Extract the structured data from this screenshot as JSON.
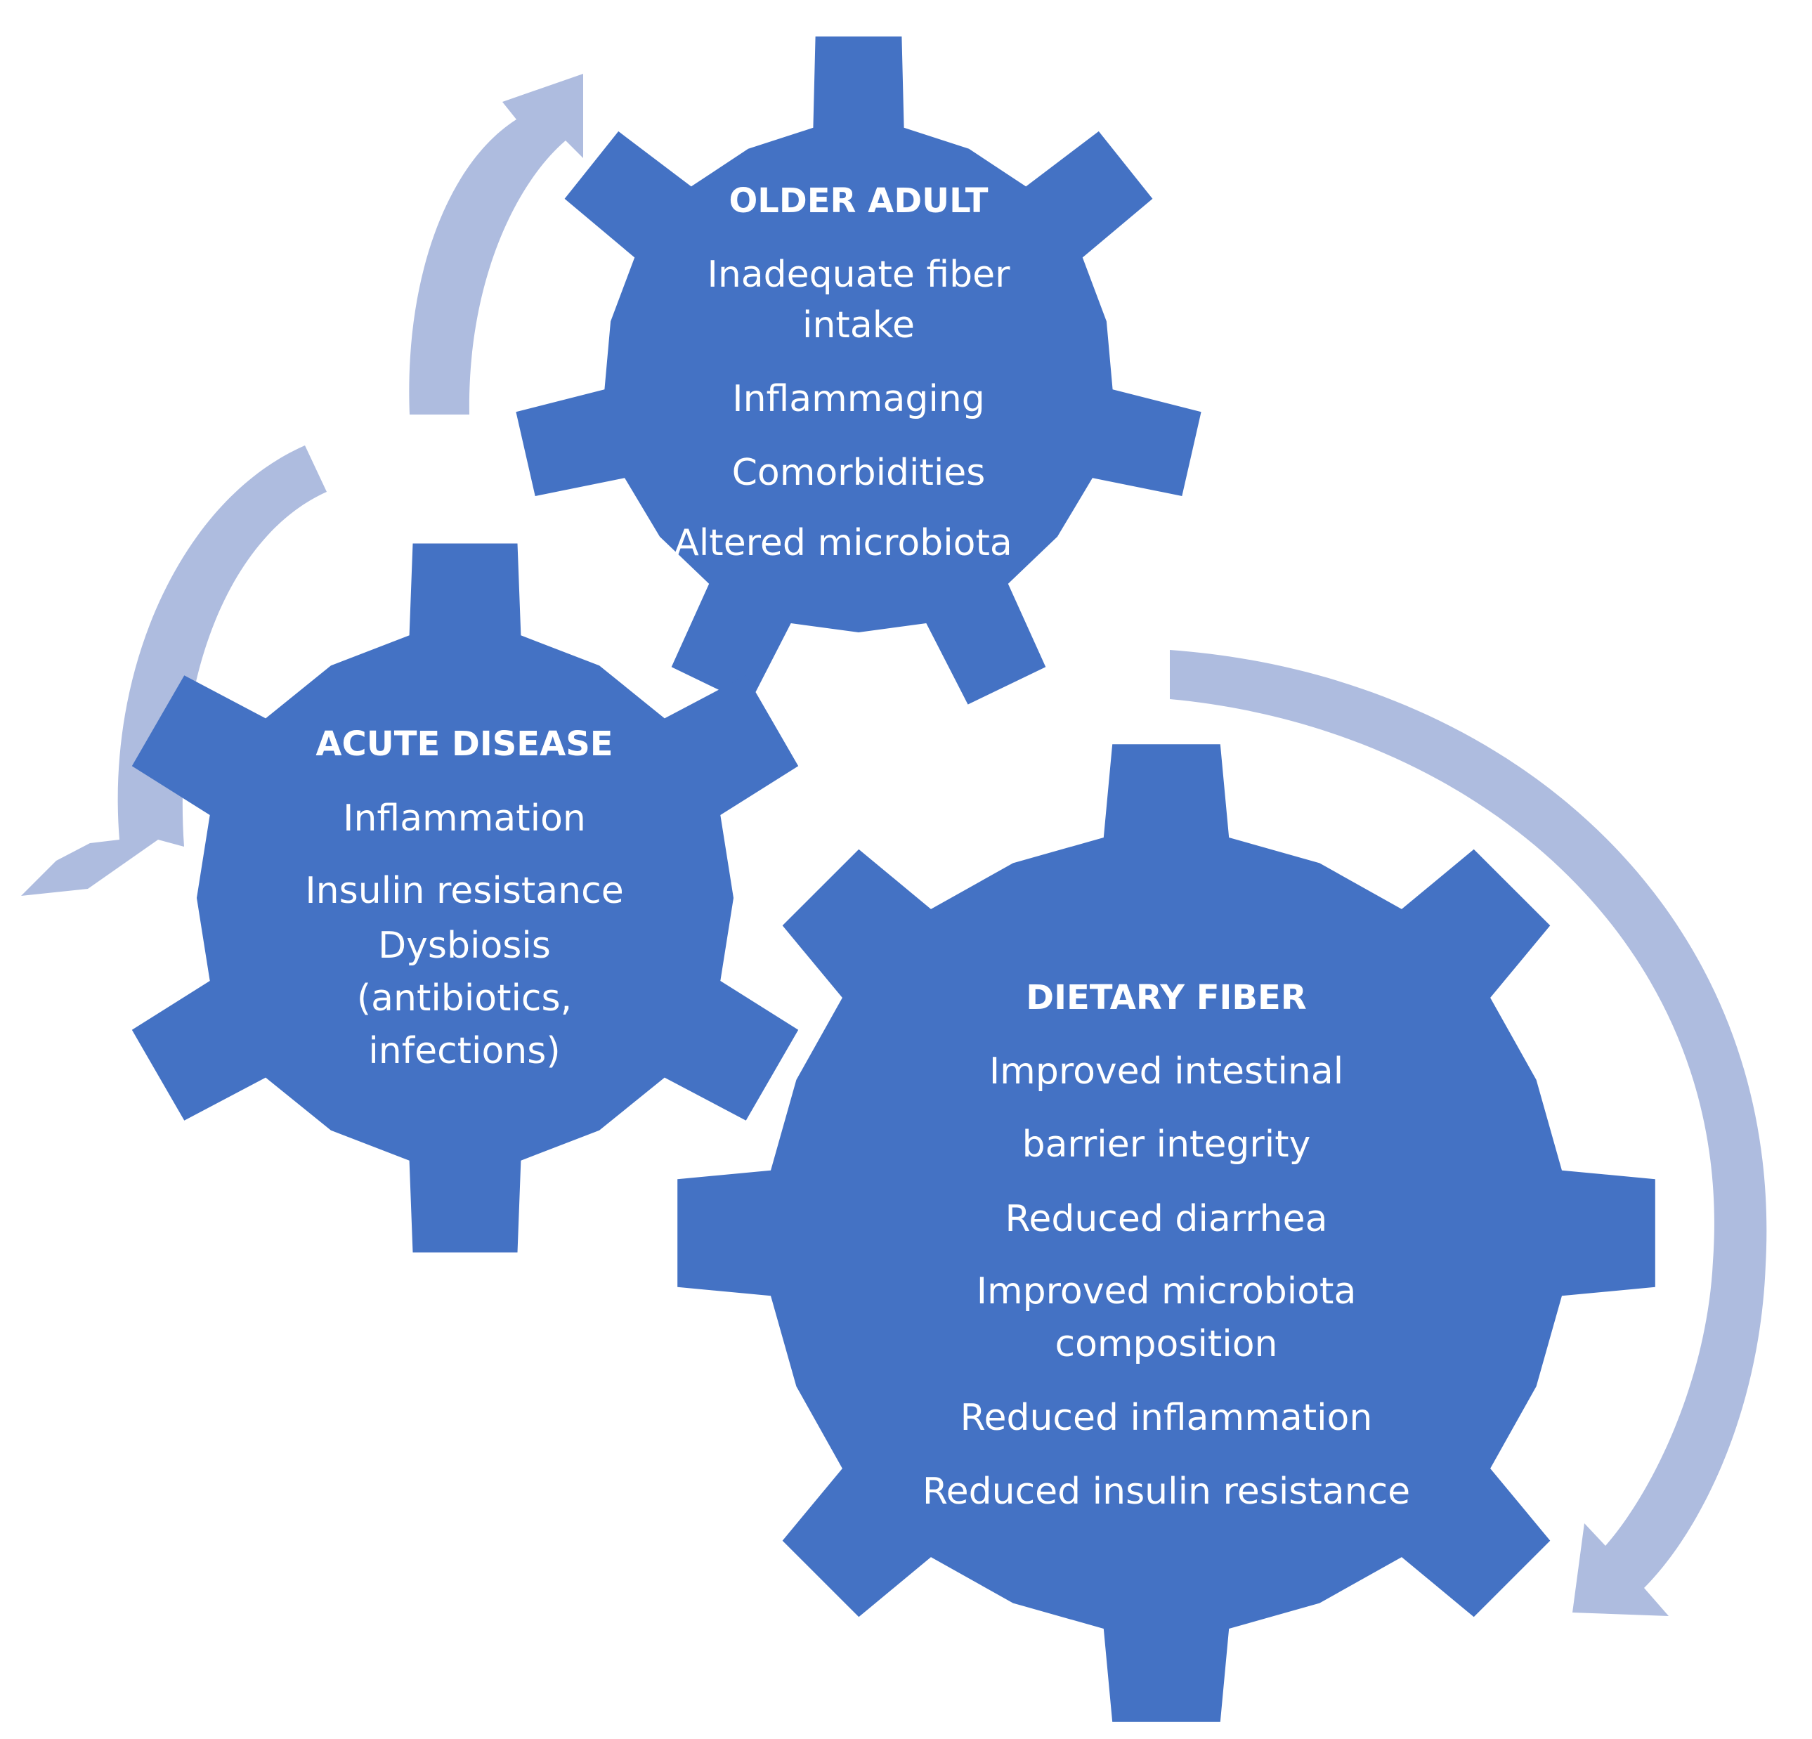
{
  "colors": {
    "gear_fill": "#4472C4",
    "arrow_fill": "#AEBCDF",
    "text": "#FFFFFF",
    "background": "#FFFFFF"
  },
  "gears": {
    "older_adult": {
      "title": "OLDER ADULT",
      "lines": [
        "Inadequate fiber",
        "intake",
        "Inflammaging",
        "Comorbidities",
        "Altered microbiota"
      ]
    },
    "acute_disease": {
      "title": "ACUTE DISEASE",
      "lines": [
        "Inflammation",
        "Insulin resistance",
        "Dysbiosis",
        "(antibiotics,",
        "infections)"
      ]
    },
    "dietary_fiber": {
      "title": "DIETARY FIBER",
      "lines": [
        "Improved intestinal",
        "barrier integrity",
        "Reduced diarrhea",
        "Improved microbiota",
        "composition",
        "Reduced inflammation",
        "Reduced insulin resistance"
      ]
    }
  }
}
